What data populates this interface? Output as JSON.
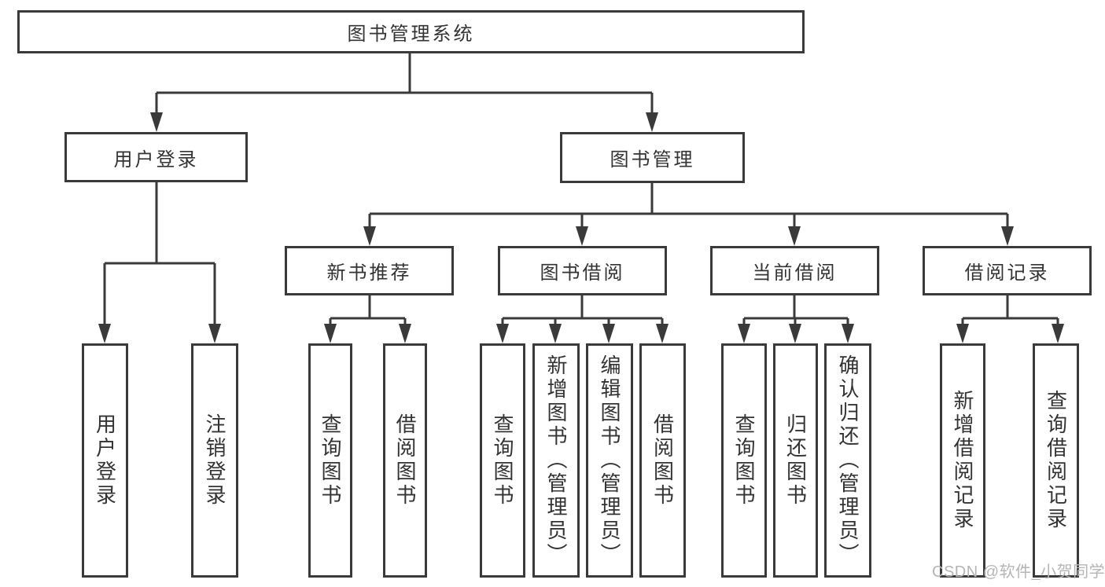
{
  "diagram": {
    "type": "hierarchy-tree",
    "nodes": {
      "root": "图书管理系统",
      "user_login": "用户登录",
      "book_mgmt": "图书管理",
      "new_book_rec": "新书推荐",
      "book_borrow": "图书借阅",
      "current_borrow": "当前借阅",
      "borrow_records": "借阅记录",
      "login": "用户登录",
      "logout": "注销登录",
      "rec_query": "查询图书",
      "rec_borrow": "借阅图书",
      "bb_query": "查询图书",
      "bb_add": "新增图书（管理员）",
      "bb_edit": "编辑图书（管理员）",
      "bb_borrow": "借阅图书",
      "cb_query": "查询图书",
      "cb_return": "归还图书",
      "cb_confirm": "确认归还（管理员）",
      "br_add": "新增借阅记录",
      "br_query": "查询借阅记录"
    },
    "edges": [
      [
        "root",
        "user_login"
      ],
      [
        "root",
        "book_mgmt"
      ],
      [
        "user_login",
        "login"
      ],
      [
        "user_login",
        "logout"
      ],
      [
        "book_mgmt",
        "new_book_rec"
      ],
      [
        "book_mgmt",
        "book_borrow"
      ],
      [
        "book_mgmt",
        "current_borrow"
      ],
      [
        "book_mgmt",
        "borrow_records"
      ],
      [
        "new_book_rec",
        "rec_query"
      ],
      [
        "new_book_rec",
        "rec_borrow"
      ],
      [
        "book_borrow",
        "bb_query"
      ],
      [
        "book_borrow",
        "bb_add"
      ],
      [
        "book_borrow",
        "bb_edit"
      ],
      [
        "book_borrow",
        "bb_borrow"
      ],
      [
        "current_borrow",
        "cb_query"
      ],
      [
        "current_borrow",
        "cb_return"
      ],
      [
        "current_borrow",
        "cb_confirm"
      ],
      [
        "borrow_records",
        "br_add"
      ],
      [
        "borrow_records",
        "br_query"
      ]
    ]
  },
  "watermark": "CSDN @软件_小贺同学",
  "colors": {
    "line": "#3a3a3a",
    "text": "#333333",
    "watermark": "#b5b5b5",
    "background": "#ffffff"
  }
}
